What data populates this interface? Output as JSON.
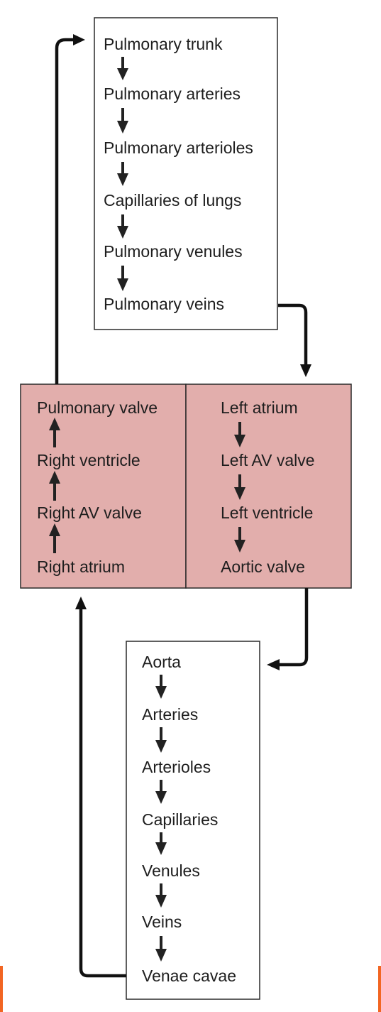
{
  "pulmonary_circuit": {
    "steps": [
      "Pulmonary trunk",
      "Pulmonary arteries",
      "Pulmonary arterioles",
      "Capillaries of lungs",
      "Pulmonary venules",
      "Pulmonary veins"
    ]
  },
  "heart": {
    "right_side": {
      "steps": [
        "Pulmonary valve",
        "Right ventricle",
        "Right AV valve",
        "Right atrium"
      ]
    },
    "left_side": {
      "steps": [
        "Left atrium",
        "Left AV valve",
        "Left ventricle",
        "Aortic valve"
      ]
    }
  },
  "systemic_circuit": {
    "steps": [
      "Aorta",
      "Arteries",
      "Arterioles",
      "Capillaries",
      "Venules",
      "Veins",
      "Venae cavae"
    ]
  },
  "colors": {
    "heart_fill": "#e2aeac",
    "box_border": "#2a2a2a",
    "arrow": "#111111",
    "edge_accent": "#f26522"
  }
}
